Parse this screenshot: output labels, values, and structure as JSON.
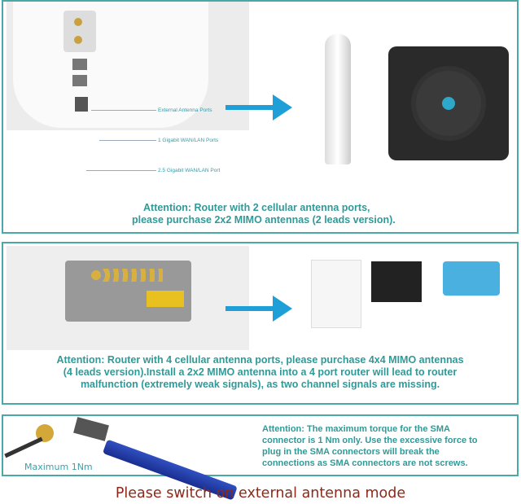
{
  "panel1": {
    "port_labels": [
      "External Antenna Ports",
      "1 Gigabit WAN/LAN Ports",
      "2.5 Gigabit WAN/LAN Port"
    ],
    "attention": [
      "Attention:  Router with 2 cellular antenna ports,",
      "please purchase 2x2 MIMO antennas (2 leads version)."
    ]
  },
  "panel2": {
    "attention": [
      "Attention:  Router with 4 cellular antenna ports, please purchase 4x4 MIMO antennas",
      "(4 leads version).Install a 2x2 MIMO antenna into a 4 port router will lead to router",
      "malfunction (extremely weak signals), as two channel signals are missing."
    ]
  },
  "panel3": {
    "torque_label": "Maximum 1Nm",
    "attention": [
      "Attention: The maximum torque for the SMA",
      "connector is 1 Nm only. Use the excessive force to",
      "plug in the SMA connectors will break the",
      "connections as SMA connectors are not screws."
    ]
  },
  "footer": "Please switch on external antenna mode",
  "colors": {
    "border": "#4aa8a6",
    "text": "#2f9a98",
    "arrow": "#1e9fd8",
    "footer": "#8b2a1a"
  }
}
